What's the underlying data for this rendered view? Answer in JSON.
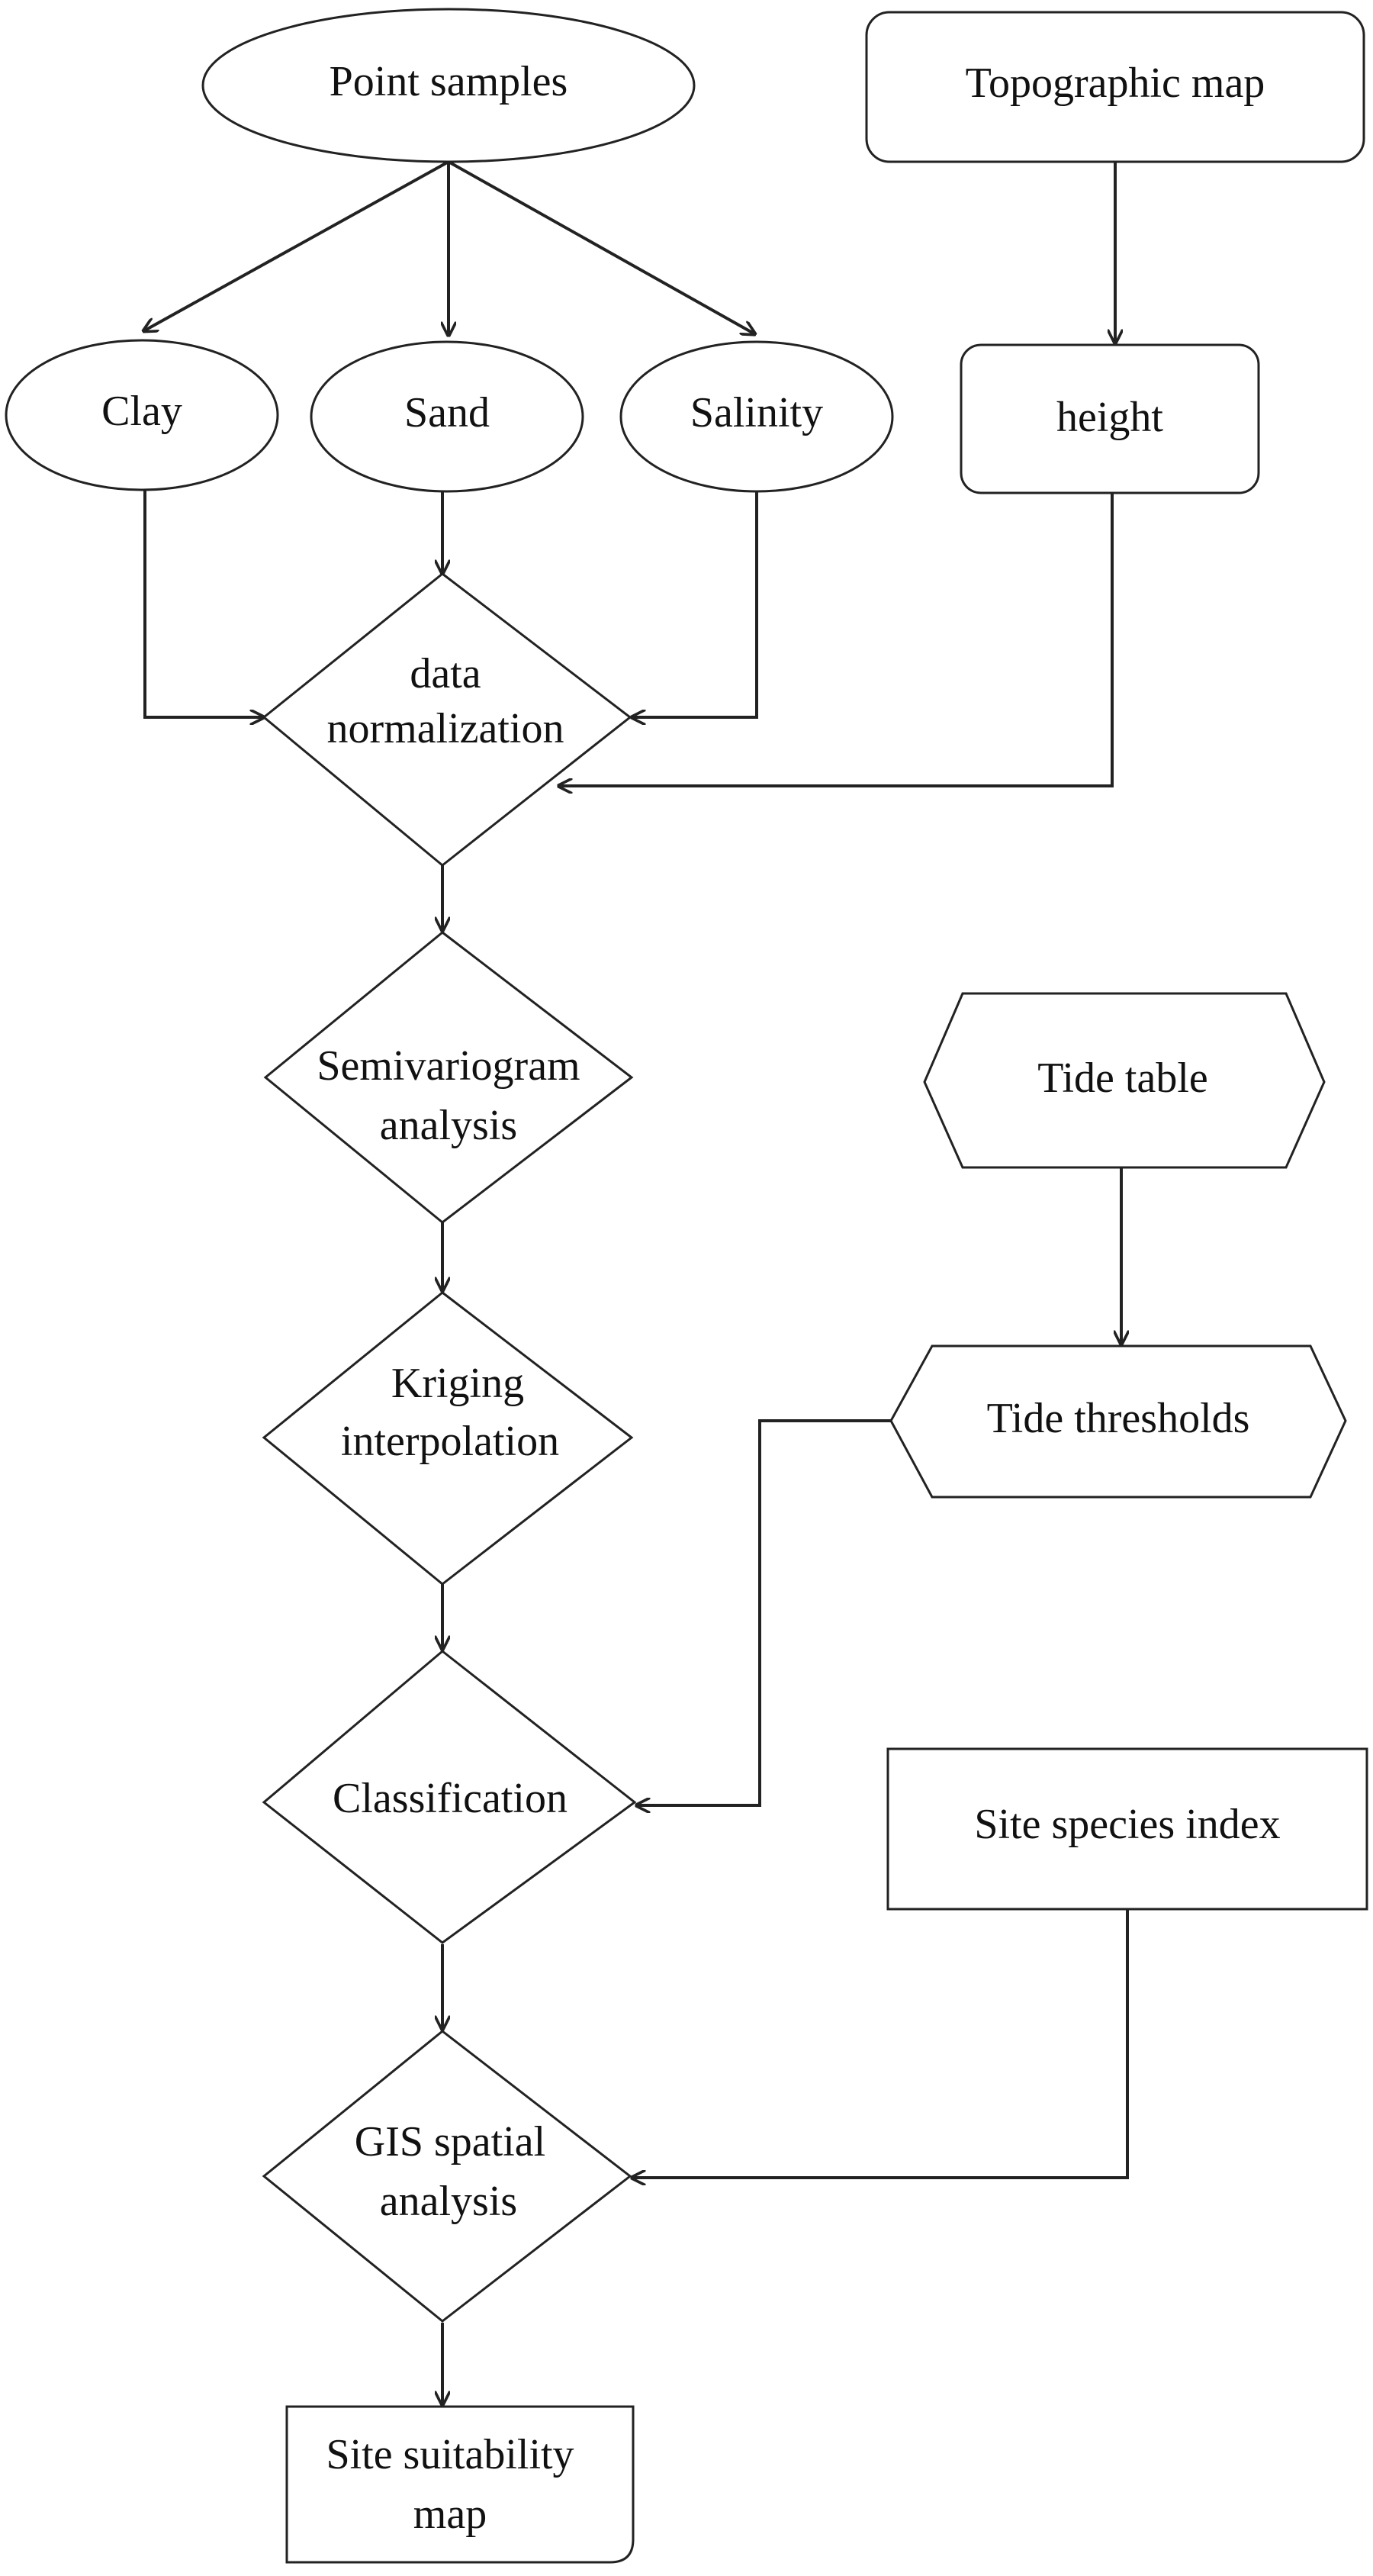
{
  "colors": {
    "stroke": "#222222",
    "fill": "#ffffff",
    "text": "#111111"
  },
  "nodes": {
    "point_samples": "Point samples",
    "topographic_map": "Topographic map",
    "clay": "Clay",
    "sand": "Sand",
    "salinity": "Salinity",
    "height": "height",
    "data_normalization": [
      "data",
      "normalization"
    ],
    "semivariogram_analysis": [
      "Semivariogram",
      "analysis"
    ],
    "tide_table": "Tide table",
    "kriging_interpolation": [
      "Kriging",
      "interpolation"
    ],
    "tide_thresholds": "Tide thresholds",
    "classification": "Classification",
    "site_species_index": "Site species index",
    "gis_spatial_analysis": [
      "GIS spatial",
      "analysis"
    ],
    "site_suitability_map": [
      "Site suitability",
      "map"
    ]
  },
  "edges": [
    {
      "from": "point_samples",
      "to": "clay"
    },
    {
      "from": "point_samples",
      "to": "sand"
    },
    {
      "from": "point_samples",
      "to": "salinity"
    },
    {
      "from": "topographic_map",
      "to": "height"
    },
    {
      "from": "clay",
      "to": "data_normalization"
    },
    {
      "from": "sand",
      "to": "data_normalization"
    },
    {
      "from": "salinity",
      "to": "data_normalization"
    },
    {
      "from": "height",
      "to": "data_normalization"
    },
    {
      "from": "data_normalization",
      "to": "semivariogram_analysis"
    },
    {
      "from": "semivariogram_analysis",
      "to": "kriging_interpolation"
    },
    {
      "from": "kriging_interpolation",
      "to": "classification"
    },
    {
      "from": "tide_table",
      "to": "tide_thresholds"
    },
    {
      "from": "tide_thresholds",
      "to": "classification"
    },
    {
      "from": "classification",
      "to": "gis_spatial_analysis"
    },
    {
      "from": "site_species_index",
      "to": "gis_spatial_analysis"
    },
    {
      "from": "gis_spatial_analysis",
      "to": "site_suitability_map"
    }
  ]
}
